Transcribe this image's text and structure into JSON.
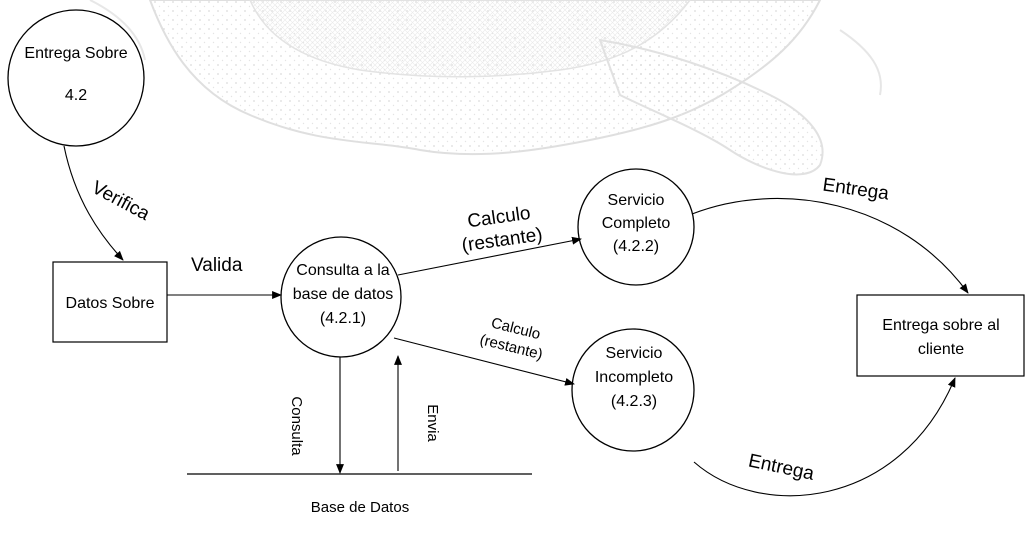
{
  "processes": {
    "entrega_sobre": {
      "title": "Entrega Sobre",
      "number": "4.2"
    },
    "consulta": {
      "line1": "Consulta  a la",
      "line2": "base de datos",
      "number": "(4.2.1)"
    },
    "servicio_completo": {
      "line1": "Servicio",
      "line2": "Completo",
      "number": "(4.2.2)"
    },
    "servicio_incompleto": {
      "line1": "Servicio",
      "line2": "Incompleto",
      "number": "(4.2.3)"
    }
  },
  "entities": {
    "datos_sobre": "Datos Sobre",
    "entrega_cliente_line1": "Entrega sobre al",
    "entrega_cliente_line2": "cliente"
  },
  "data_store": {
    "label": "Base de Datos"
  },
  "flows": {
    "verifica": "Verifica",
    "valida": "Valida",
    "calculo_top_1": "Calculo",
    "calculo_top_2": "(restante)",
    "calculo_bottom_1": "Calculo",
    "calculo_bottom_2": "(restante)",
    "entrega_top": "Entrega",
    "entrega_bottom": "Entrega",
    "consulta": "Consulta",
    "envia": "Envia"
  }
}
